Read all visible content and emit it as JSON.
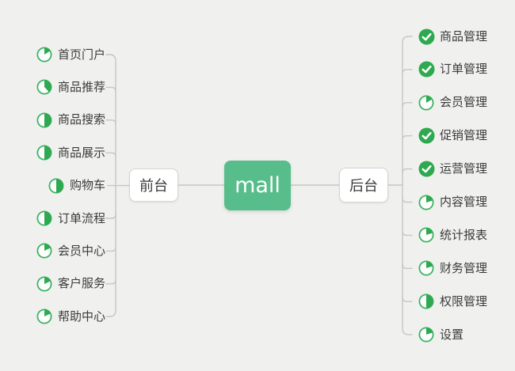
{
  "root": {
    "label": "mall"
  },
  "left_branch": {
    "label": "前台",
    "items": [
      {
        "label": "首页门户",
        "icon": "pie",
        "fraction": 0.16
      },
      {
        "label": "商品推荐",
        "icon": "pie",
        "fraction": 0.38
      },
      {
        "label": "商品搜索",
        "icon": "pie",
        "fraction": 0.5
      },
      {
        "label": "商品展示",
        "icon": "pie",
        "fraction": 0.5
      },
      {
        "label": "购物车",
        "icon": "pie",
        "fraction": 0.5
      },
      {
        "label": "订单流程",
        "icon": "pie",
        "fraction": 0.5
      },
      {
        "label": "会员中心",
        "icon": "pie",
        "fraction": 0.18
      },
      {
        "label": "客户服务",
        "icon": "pie",
        "fraction": 0.18
      },
      {
        "label": "帮助中心",
        "icon": "pie",
        "fraction": 0.18
      }
    ]
  },
  "right_branch": {
    "label": "后台",
    "items": [
      {
        "label": "商品管理",
        "icon": "check"
      },
      {
        "label": "订单管理",
        "icon": "check"
      },
      {
        "label": "会员管理",
        "icon": "pie",
        "fraction": 0.16
      },
      {
        "label": "促销管理",
        "icon": "check"
      },
      {
        "label": "运营管理",
        "icon": "check"
      },
      {
        "label": "内容管理",
        "icon": "pie",
        "fraction": 0.2
      },
      {
        "label": "统计报表",
        "icon": "pie",
        "fraction": 0.2
      },
      {
        "label": "财务管理",
        "icon": "pie",
        "fraction": 0.2
      },
      {
        "label": "权限管理",
        "icon": "pie",
        "fraction": 0.5
      },
      {
        "label": "设置",
        "icon": "pie",
        "fraction": 0.2
      }
    ]
  },
  "colors": {
    "background": "#f0f0ee",
    "root_node_green": "#57be8b",
    "check_green": "#2ea94f",
    "pie_stroke_green": "#3cb364",
    "pie_wedge_green": "#2ea94f",
    "connector_gray": "#c6c6c6",
    "item_text": "#3b3b3b"
  }
}
